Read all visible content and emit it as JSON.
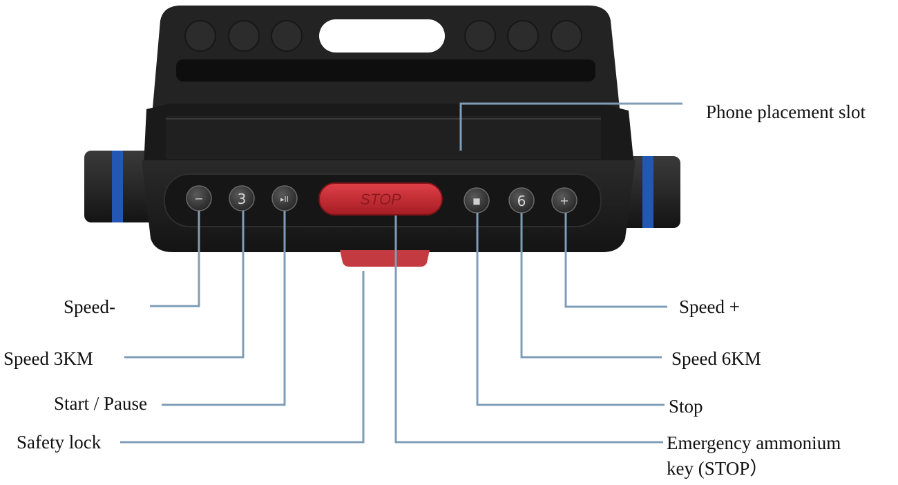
{
  "labels": {
    "phone_slot": "Phone placement slot",
    "speed_minus": "Speed-",
    "speed_3km": "Speed 3KM",
    "start_pause": "Start / Pause",
    "safety_lock": "Safety lock",
    "speed_plus": "Speed +",
    "speed_6km": "Speed 6KM",
    "stop": "Stop",
    "emergency_line1": "Emergency ammonium",
    "emergency_line2": "key (STOP）"
  },
  "panel": {
    "stop_key_text": "STOP",
    "btn_3_text": "3",
    "btn_6_text": "6",
    "btn_minus_text": "−",
    "btn_plus_text": "+",
    "btn_play_text": "▸II",
    "btn_stop_text": "■"
  },
  "colors": {
    "body": "#1e1e1e",
    "tray": "#262626",
    "stop_red": "#c0242c",
    "blue_ring": "#2456b4",
    "leader": "#7f9db8"
  }
}
